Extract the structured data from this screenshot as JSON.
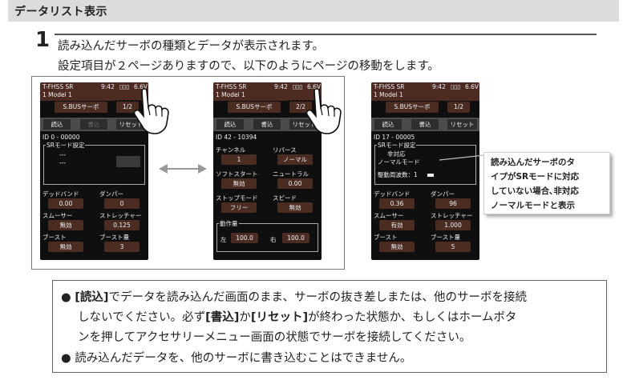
{
  "section": {
    "title": "データリスト表示"
  },
  "step": {
    "number": "1",
    "line1": "読み込んだサーボの種類とデータが表示されます。",
    "line2": "設定項目が２ページありますので、以下のようにページの移動をします。"
  },
  "screen1": {
    "model_header": "T-FHSS SR",
    "time": "9:42",
    "voltage": "6.6V",
    "model_name": "1  Model 1",
    "servo_type": "S.BUSサーボ",
    "page": "1/2",
    "read": "読込",
    "write": "書込",
    "reset": "リセット",
    "id_line": "ID  0  - 00000",
    "sr_mode_title": "SRモード設定",
    "sr_value_1": "---",
    "sr_value_2": "---",
    "dead_band": "デッドバンド",
    "dead_band_val": "0.00",
    "damper": "ダンパー",
    "damper_val": "0",
    "smoother": "スムーサー",
    "smoother_val": "無効",
    "stretcher": "ストレッチャー",
    "stretcher_val": "0.125",
    "boost": "ブースト",
    "boost_val": "無効",
    "boost_amount": "ブースト量",
    "boost_amount_val": "3"
  },
  "screen2": {
    "model_header": "T-FHSS SR",
    "time": "9:42",
    "voltage": "6.6V",
    "model_name": "1  Model 1",
    "servo_type": "S.BUSサーボ",
    "page": "2/2",
    "read": "読込",
    "write": "書込",
    "reset": "リセット",
    "id_line": "ID  42  - 10394",
    "channel": "チャンネル",
    "channel_val": "1",
    "reverse": "リバース",
    "reverse_val": "ノーマル",
    "soft_start": "ソフトスタート",
    "soft_start_val": "無効",
    "neutral": "ニュートラル",
    "neutral_val": "0.00",
    "stop_mode": "ストップモード",
    "stop_mode_val": "フリー",
    "speed": "スピード",
    "speed_val": "無効",
    "travel": "動作量",
    "left": "左",
    "left_val": "100.0",
    "right": "右",
    "right_val": "100.0"
  },
  "screen3": {
    "model_header": "T-FHSS SR",
    "time": "9:42",
    "voltage": "6.6V",
    "model_name": "1  Model 1",
    "servo_type": "S.BUSサーボ",
    "page": "1/2",
    "read": "読込",
    "write": "書込",
    "reset": "リセット",
    "id_line": "ID  17  - 00005",
    "sr_mode_title": "SRモード設定",
    "non_supported": "非対応",
    "normal_mode": "ノーマルモード",
    "drive_freq": "駆動周波数：1",
    "dead_band": "デッドバンド",
    "dead_band_val": "0.36",
    "damper": "ダンパー",
    "damper_val": "96",
    "smoother": "スムーサー",
    "smoother_val": "有効",
    "stretcher": "ストレッチャー",
    "stretcher_val": "1.000",
    "boost": "ブースト",
    "boost_val": "無効",
    "boost_amount": "ブースト量",
    "boost_amount_val": "5"
  },
  "callout": {
    "line1": "読み込んだサーボのタ",
    "line2": "イプがSRモードに対応",
    "line3": "していない場合､非対応",
    "line4": "ノーマルモードと表示"
  },
  "notes": {
    "bullet": "●",
    "n1_a": "[読込]",
    "n1_b": "でデータを読み込んだ画面のまま、サーボの抜き差しまたは、他のサーボを接続",
    "n1_c": "しないでください。必ず",
    "n1_d": "[書込]",
    "n1_e": "か",
    "n1_f": "[リセット]",
    "n1_g": "が終わった状態か、もしくはホームボタ",
    "n1_h": "ンを押してアクセサリーメニュー画面の状態でサーボを接続してください。",
    "n2": "読み込んだデータを、他のサーボに書き込むことはできません。"
  },
  "colors": {
    "header_brown": "#4d2b22",
    "screen_bg": "#0f0f0f",
    "button_bar": "#4b4b4b"
  }
}
